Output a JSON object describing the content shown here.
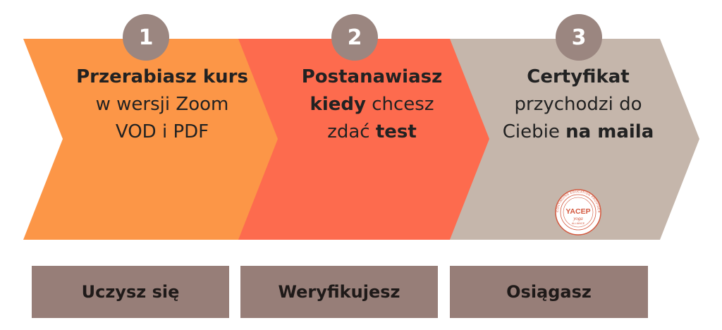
{
  "colors": {
    "step1": "#fc9647",
    "step2": "#fd6b4e",
    "step3": "#c5b6ab",
    "badge": "#9b8680",
    "label_box": "#977e78"
  },
  "steps": [
    {
      "number": "1",
      "lines": [
        {
          "bold": "Przerabiasz kurs",
          "tail": ""
        },
        {
          "normal": "w wersji Zoom"
        },
        {
          "normal": "VOD i PDF"
        }
      ]
    },
    {
      "number": "2",
      "lines": [
        {
          "bold": "Postanawiasz"
        },
        {
          "bold": "kiedy",
          "tail": " chcesz"
        },
        {
          "normal": "zdać ",
          "bold2": "test"
        }
      ]
    },
    {
      "number": "3",
      "lines": [
        {
          "bold": "Certyfikat"
        },
        {
          "normal": "przychodzi do"
        },
        {
          "normal": "Ciebie ",
          "bold2": "na maila"
        }
      ]
    }
  ],
  "labels": [
    "Uczysz się",
    "Weryfikujesz",
    "Osiągasz"
  ],
  "seal": {
    "main": "YACEP",
    "script": "yoga",
    "sub": "ALLIANCE",
    "ring": "CONTINUING EDUCATION PROVIDER"
  }
}
